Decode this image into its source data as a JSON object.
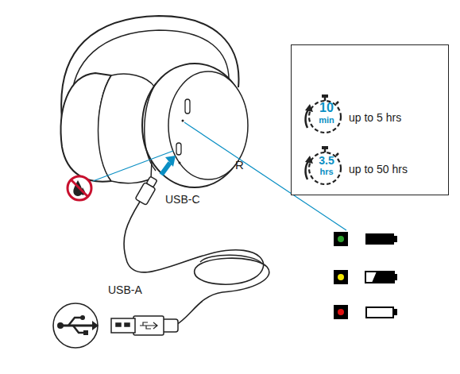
{
  "diagram": {
    "nodes": [
      {
        "text": [
          "up to 5 hrs",
          "up to 50 hrs"
        ]
      },
      {
        "text": [
          "10",
          "min"
        ],
        "in": 0
      },
      {
        "text": [
          "3.5",
          "hrs"
        ],
        "in": 0
      }
    ],
    "labels": [
      "R",
      "USB-C",
      "USB-A"
    ]
  }
}
